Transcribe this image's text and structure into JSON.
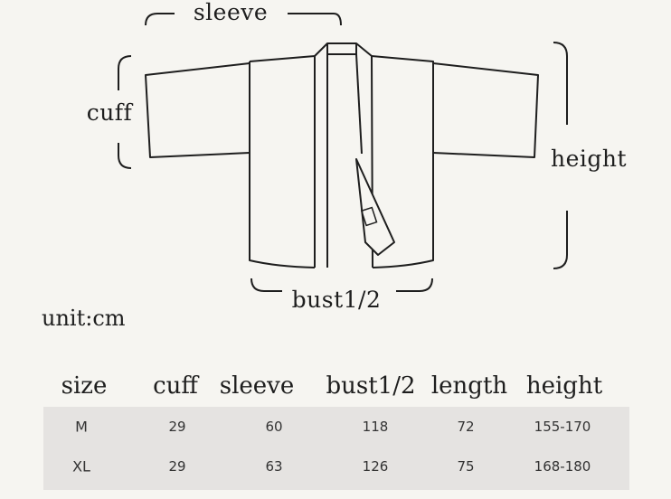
{
  "diagram": {
    "labels": {
      "sleeve": "sleeve",
      "cuff": "cuff",
      "height": "height",
      "bust": "bust1/2"
    },
    "line_color": "#1e1e1e"
  },
  "unit": "unit:cm",
  "table": {
    "headers": [
      "size",
      "cuff",
      "sleeve",
      "bust1/2",
      "length",
      "height"
    ],
    "rows": [
      [
        "M",
        "29",
        "60",
        "118",
        "72",
        "155-170"
      ],
      [
        "XL",
        "29",
        "63",
        "126",
        "75",
        "168-180"
      ]
    ],
    "row_background": "#e5e3e1"
  }
}
